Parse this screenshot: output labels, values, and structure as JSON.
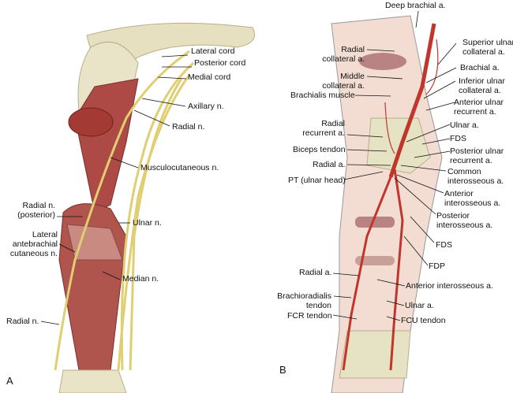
{
  "panel_a": {
    "letter": "A",
    "labels": {
      "lateral_cord": "Lateral cord",
      "posterior_cord": "Posterior cord",
      "medial_cord": "Medial cord",
      "axillary_n": "Axillary n.",
      "radial_n_upper": "Radial n.",
      "radial_n_posterior_1": "Radial n.",
      "radial_n_posterior_2": "(posterior)",
      "lat_antebrachial_1": "Lateral",
      "lat_antebrachial_2": "antebrachial",
      "lat_antebrachial_3": "cutaneous n.",
      "musculocutaneous_n": "Musculocutaneous n.",
      "ulnar_n": "Ulnar n.",
      "median_n": "Median n.",
      "radial_n_lower": "Radial n."
    }
  },
  "panel_b": {
    "letter": "B",
    "labels": {
      "deep_brachial": "Deep brachial a.",
      "radial_collateral_1": "Radial",
      "radial_collateral_2": "collateral a.",
      "middle_collateral_1": "Middle",
      "middle_collateral_2": "collateral a.",
      "brachialis": "Brachialis muscle",
      "radial_recurrent_1": "Radial",
      "radial_recurrent_2": "recurrent a.",
      "biceps_tendon": "Biceps tendon",
      "radial_a_upper": "Radial a.",
      "pt_ulnar_head": "PT (ulnar head)",
      "superior_ulnar_1": "Superior ulnar",
      "superior_ulnar_2": "collateral a.",
      "brachial_a": "Brachial a.",
      "inferior_ulnar_1": "Inferior ulnar",
      "inferior_ulnar_2": "collateral a.",
      "anterior_ulnar_rec_1": "Anterior ulnar",
      "anterior_ulnar_rec_2": "recurrent a.",
      "ulnar_a_upper": "Ulnar a.",
      "fds_upper": "FDS",
      "posterior_ulnar_rec_1": "Posterior ulnar",
      "posterior_ulnar_rec_2": "recurrent a.",
      "common_interosseous_1": "Common",
      "common_interosseous_2": "interosseous a.",
      "anterior_interosseous_1": "Anterior",
      "anterior_interosseous_2": "interosseous a.",
      "posterior_interosseous_1": "Posterior",
      "posterior_interosseous_2": "interosseous a.",
      "fds_lower": "FDS",
      "fdp": "FDP",
      "radial_a_lower": "Radial a.",
      "anterior_interosseous_lower": "Anterior interosseous a.",
      "brachioradialis_1": "Brachioradialis",
      "brachioradialis_2": "tendon",
      "ulnar_a_lower": "Ulnar a.",
      "fcr_tendon": "FCR tendon",
      "fcu_tendon": "FCU tendon"
    }
  },
  "colors": {
    "muscle": "#b85a55",
    "nerve": "#e8d98a",
    "bone": "#e8e3c6",
    "artery": "#c0362c",
    "skin": "#f3d8cc"
  }
}
